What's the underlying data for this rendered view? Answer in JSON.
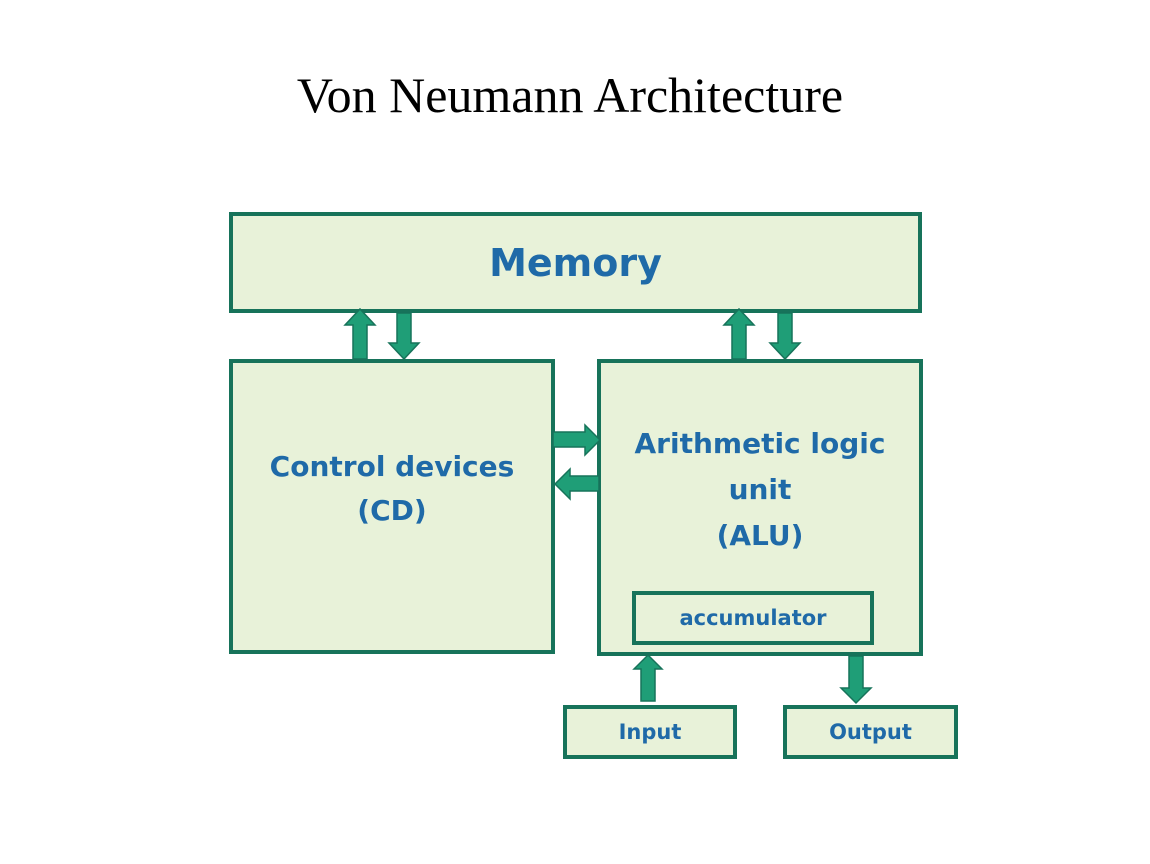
{
  "title": "Von Neumann Architecture",
  "blocks": {
    "memory": "Memory",
    "control_devices": [
      "Control devices",
      "(CD)"
    ],
    "alu": [
      "Arithmetic logic",
      "unit",
      "(ALU)"
    ],
    "accumulator": "accumulator",
    "input": "Input",
    "output": "Output"
  },
  "connections": [
    {
      "from": "control_devices",
      "to": "memory",
      "direction": "up"
    },
    {
      "from": "memory",
      "to": "control_devices",
      "direction": "down"
    },
    {
      "from": "alu",
      "to": "memory",
      "direction": "up"
    },
    {
      "from": "memory",
      "to": "alu",
      "direction": "down"
    },
    {
      "from": "control_devices",
      "to": "alu",
      "direction": "right"
    },
    {
      "from": "alu",
      "to": "control_devices",
      "direction": "left"
    },
    {
      "from": "input",
      "to": "accumulator",
      "direction": "up"
    },
    {
      "from": "alu",
      "to": "output",
      "direction": "down"
    }
  ],
  "colors": {
    "box_fill": "#e8f2d9",
    "box_border": "#17735a",
    "arrow_fill": "#1f9e77",
    "label_text": "#1f6aa8"
  }
}
